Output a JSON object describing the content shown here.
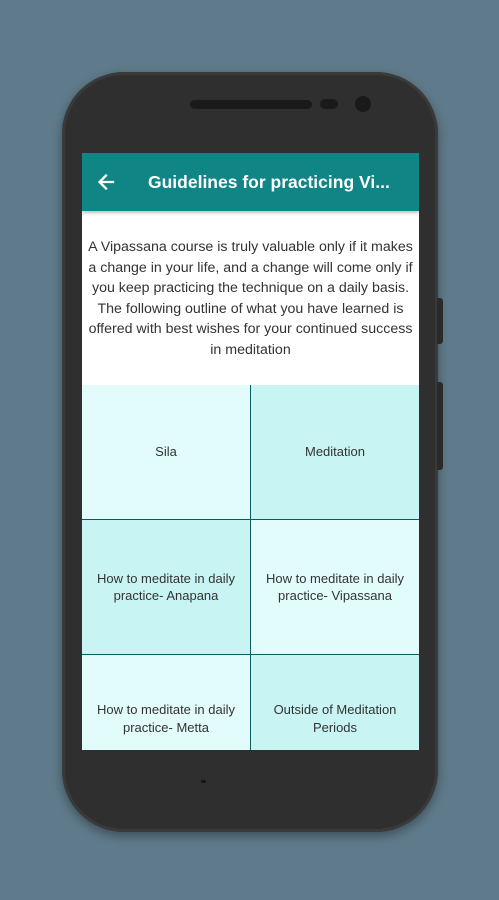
{
  "app_bar": {
    "title": "Guidelines for practicing Vi...",
    "back_icon": "arrow-back-icon"
  },
  "intro_text": "A Vipassana course is truly valuable only if it makes a change in your life, and a change will come only if you keep practicing the technique on a daily basis. The following outline of what you have learned is offered with best wishes for your continued success in meditation",
  "tiles": [
    {
      "label": "Sila"
    },
    {
      "label": "Meditation"
    },
    {
      "label": "How to meditate in daily practice- Anapana"
    },
    {
      "label": "How to meditate in daily practice- Vipassana"
    },
    {
      "label": "How to meditate in daily practice- Metta"
    },
    {
      "label": "Outside of Meditation Periods"
    }
  ],
  "colors": {
    "app_bar": "#0f8585",
    "tile_light": "#e2fcfc",
    "tile_mid": "#c8f4f4",
    "background": "#5f7a8a"
  }
}
